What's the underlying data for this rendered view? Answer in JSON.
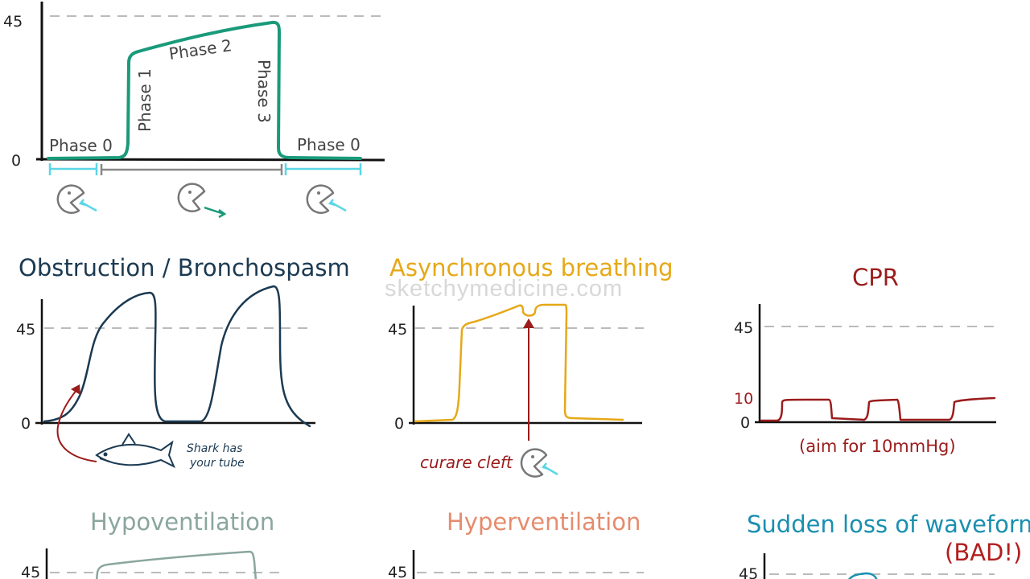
{
  "main_diagram": {
    "y_ticks": {
      "top": "45",
      "zero": "0"
    },
    "phases": {
      "phase0_left": "Phase 0",
      "phase1": "Phase 1",
      "phase2": "Phase 2",
      "phase3": "Phase 3",
      "phase0_right": "Phase 0"
    },
    "color": "#1a9a7a"
  },
  "watermark": "sketchymedicine.com",
  "panels": {
    "obstruction": {
      "title": "Obstruction / Bronchospasm",
      "tick_top": "45",
      "tick_zero": "0",
      "note_line1": "Shark has",
      "note_line2": "your tube",
      "color": "#1b3a52"
    },
    "asynchronous": {
      "title": "Asynchronous breathing",
      "tick_top": "45",
      "tick_zero": "0",
      "note": "curare cleft",
      "color": "#e6a817"
    },
    "cpr": {
      "title": "CPR",
      "tick_top": "45",
      "tick_mid": "10",
      "tick_zero": "0",
      "note": "(aim for 10mmHg)",
      "color": "#9b1c1c"
    },
    "hypoventilation": {
      "title": "Hypoventilation",
      "tick_top": "45",
      "color": "#8aa69f"
    },
    "hyperventilation": {
      "title": "Hyperventilation",
      "tick_top": "45",
      "color": "#e58c6e"
    },
    "sudden_loss": {
      "title": "Sudden loss of waveform",
      "subtitle": "(BAD!)",
      "tick_top": "45",
      "title_color": "#1a8fb0",
      "subtitle_color": "#b21e1e"
    }
  }
}
